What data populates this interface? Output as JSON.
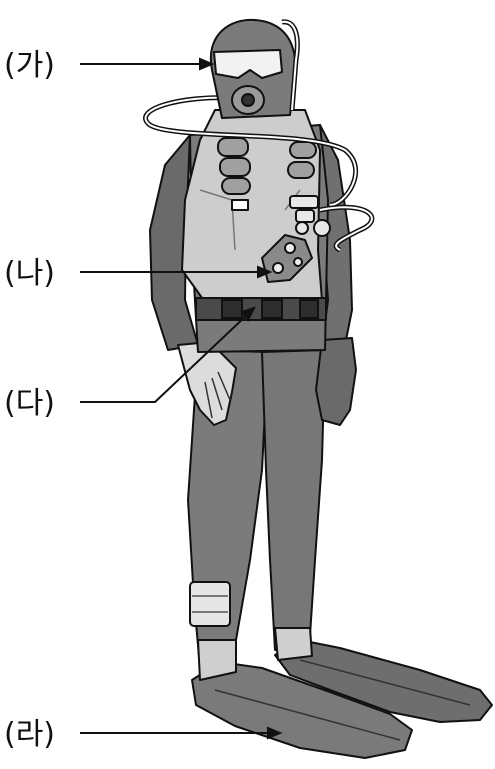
{
  "labels": {
    "ga": "(가)",
    "na": "(나)",
    "da": "(다)",
    "ra": "(라)"
  },
  "colors": {
    "suit": "#7b7b7b",
    "suit_dark": "#5c5c5c",
    "vest": "#c8c8c8",
    "vest_dark": "#9a9a9a",
    "belt": "#3a3a3a",
    "skin": "#d9d9d9",
    "line": "#111111"
  }
}
